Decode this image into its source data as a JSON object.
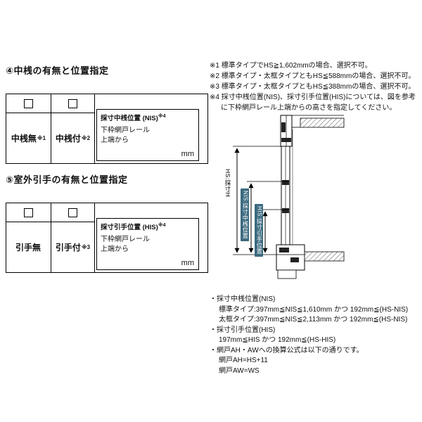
{
  "section_mid_rail": {
    "title": "④中桟の有無と位置指定",
    "option1": {
      "label": "中桟無",
      "sup": "※1"
    },
    "option2": {
      "label": "中桟付",
      "sup": "※2"
    },
    "position_box": {
      "title": "採寸中桟位置 (NIS)",
      "sup": "※4",
      "desc_line1": "下枠網戸レール",
      "desc_line2": "上端から",
      "unit": "mm"
    }
  },
  "section_pull_handle": {
    "title": "⑤室外引手の有無と位置指定",
    "option1": {
      "label": "引手無",
      "sup": ""
    },
    "option2": {
      "label": "引手付",
      "sup": "※3"
    },
    "position_box": {
      "title": "採寸引手位置 (HIS)",
      "sup": "※4",
      "desc_line1": "下枠網戸レール",
      "desc_line2": "上端から",
      "unit": "mm"
    }
  },
  "notes_top": [
    "※1 標準タイプでHS≧1,602mmの場合、選択不可。",
    "※2 標準タイプ・太框タイプともHS≦588mmの場合、選択不可。",
    "※3 標準タイプ・太框タイプともHS≦388mmの場合、選択不可。",
    "※4 採寸中桟位置(NIS)、採寸引手位置(HIS)については、図を参考に下枠網戸レール上端からの高さを指定してください。"
  ],
  "diagram": {
    "hs_label": "HS:採寸H",
    "nis_label": "NIS:採寸中桟位置",
    "his_label": "HIS:採寸引手位置",
    "label_box_color": "#3c6b80"
  },
  "notes_bottom": {
    "nis_heading": "・採寸中桟位置(NIS)",
    "nis_standard": "標準タイプ:397mm≦NIS≦1,610mm かつ 192mm≦(HS-NIS)",
    "nis_wide": "太框タイプ:397mm≦NIS≦2,113mm かつ 192mm≦(HS-NIS)",
    "his_heading": "・採寸引手位置(HIS)",
    "his_range": "197mm≦HIS かつ 192mm≦(HS-HIS)",
    "formula_heading": "・網戸AH・AWへの換算公式は以下の通りです。",
    "formula_ah": "網戸AH=HS+11",
    "formula_aw": "網戸AW=WS"
  }
}
